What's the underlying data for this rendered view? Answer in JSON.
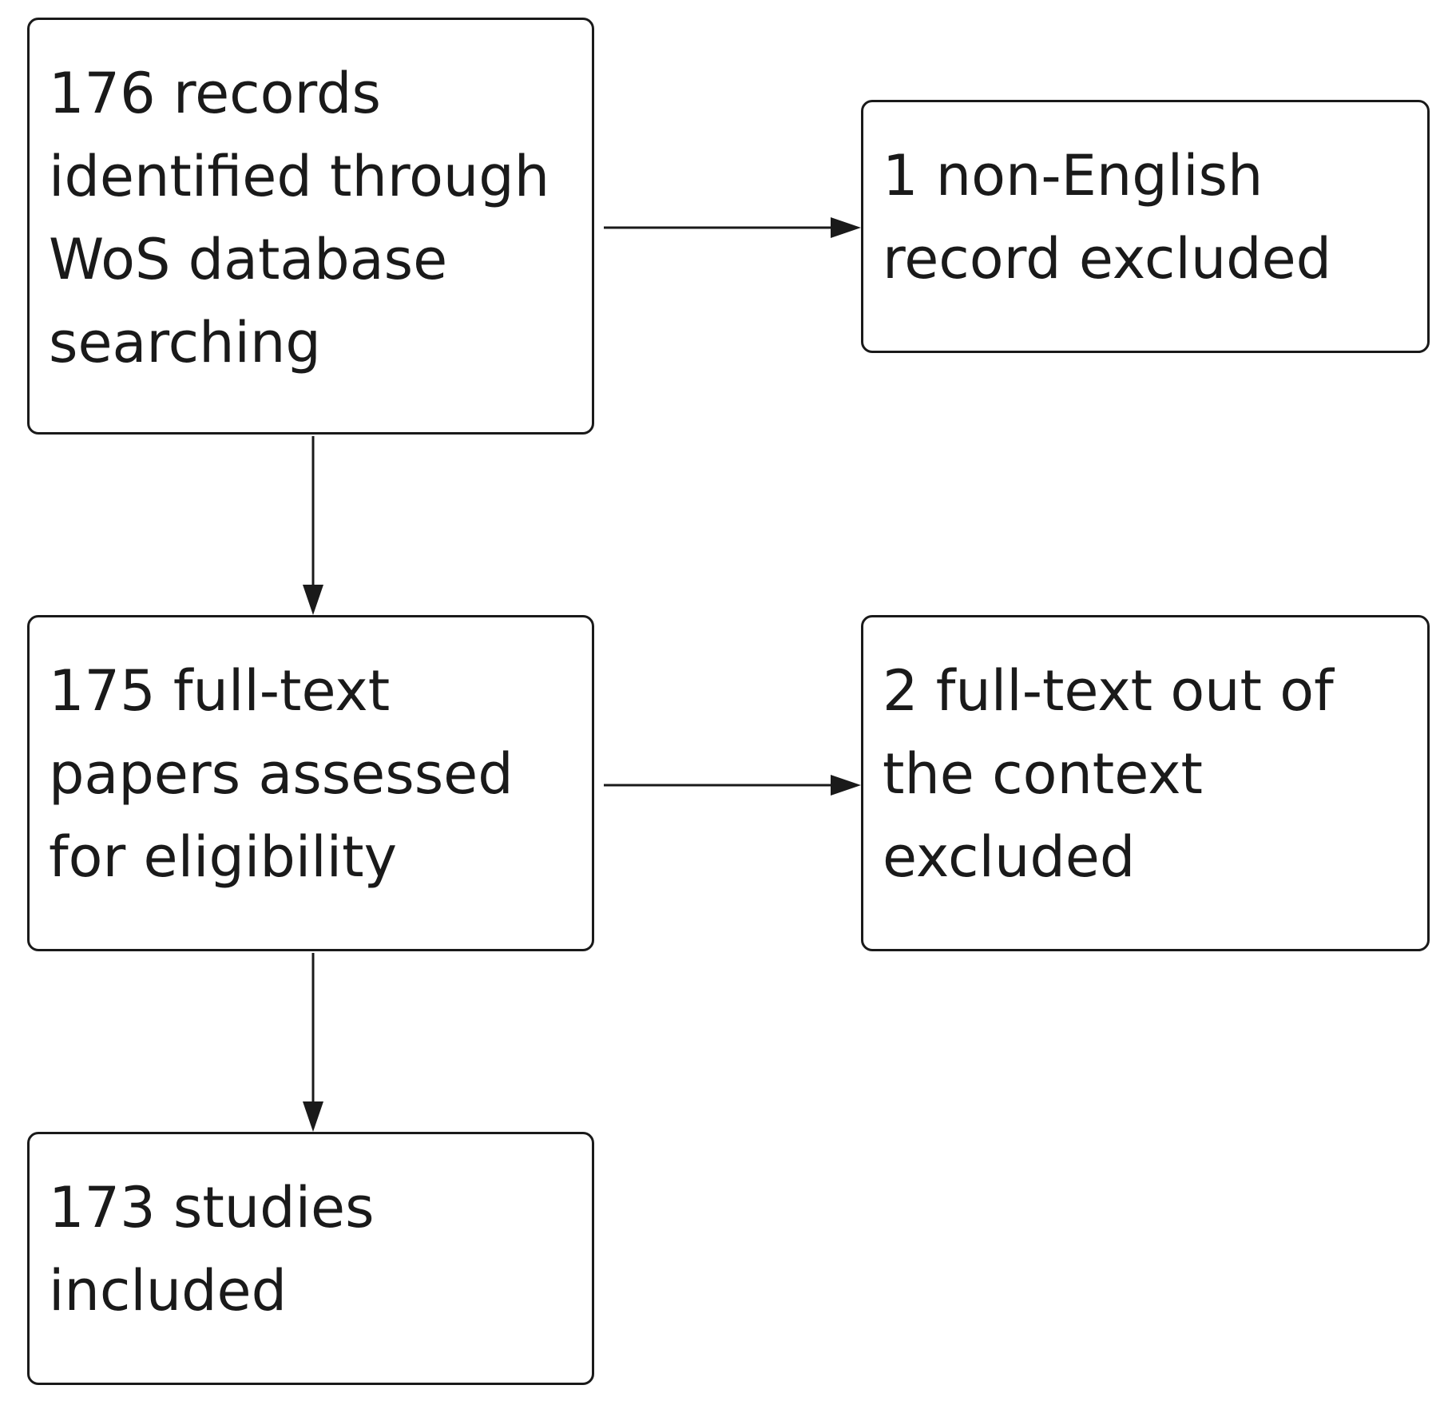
{
  "boxes": {
    "records_identified": "176 records\nidentified through\nWoS database\nsearching",
    "non_english_excluded": "1 non-English\nrecord excluded",
    "full_text_assessed": "175 full-text\npapers assessed\nfor eligibility",
    "out_of_context_excluded": "2 full-text out of\nthe context\nexcluded",
    "studies_included": "173 studies\nincluded"
  }
}
